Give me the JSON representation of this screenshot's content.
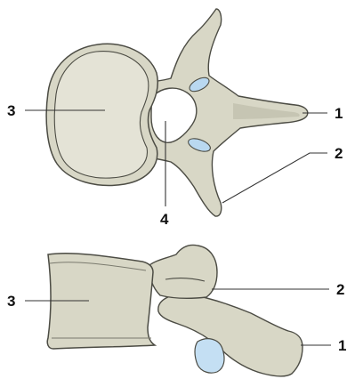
{
  "colors": {
    "bone_fill": "#d8d7c6",
    "bone_shadow": "#b9b8a6",
    "bone_outline": "#4c4c44",
    "cartilage_fill": "#b9d8f0",
    "leader_line": "#333333",
    "text": "#111111"
  },
  "top_view": {
    "labels": [
      {
        "key": "spinous",
        "text": "1"
      },
      {
        "key": "transverse",
        "text": "2"
      },
      {
        "key": "body",
        "text": "3"
      },
      {
        "key": "foramen",
        "text": "4"
      }
    ]
  },
  "side_view": {
    "labels": [
      {
        "key": "spinous",
        "text": "1"
      },
      {
        "key": "articular",
        "text": "2"
      },
      {
        "key": "body",
        "text": "3"
      }
    ]
  }
}
